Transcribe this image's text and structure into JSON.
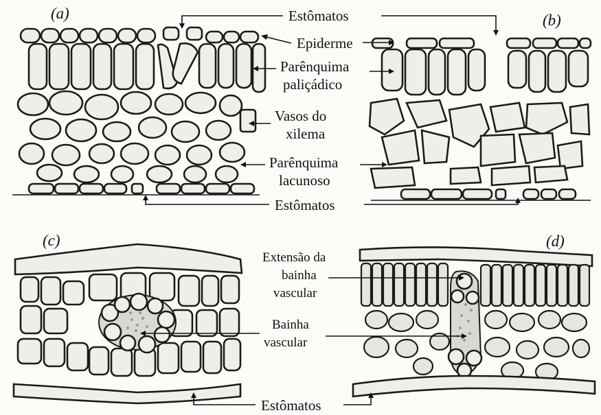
{
  "figure": {
    "panels": {
      "a": "(a)",
      "b": "(b)",
      "c": "(c)",
      "d": "(d)"
    },
    "labels": {
      "estomatos_top": "Estômatos",
      "epiderme": "Epiderme",
      "parenquima_palicadico_1": "Parênquima",
      "parenquima_palicadico_2": "paliçádico",
      "vasos_xilema_1": "Vasos do",
      "vasos_xilema_2": "xilema",
      "parenquima_lacunoso_1": "Parênquima",
      "parenquima_lacunoso_2": "lacunoso",
      "estomatos_mid": "Estômatos",
      "extensao_1": "Extensão da",
      "extensao_2": "bainha",
      "extensao_3": "vascular",
      "bainha_1": "Bainha",
      "bainha_2": "vascular",
      "estomatos_bottom": "Estômatos"
    }
  }
}
